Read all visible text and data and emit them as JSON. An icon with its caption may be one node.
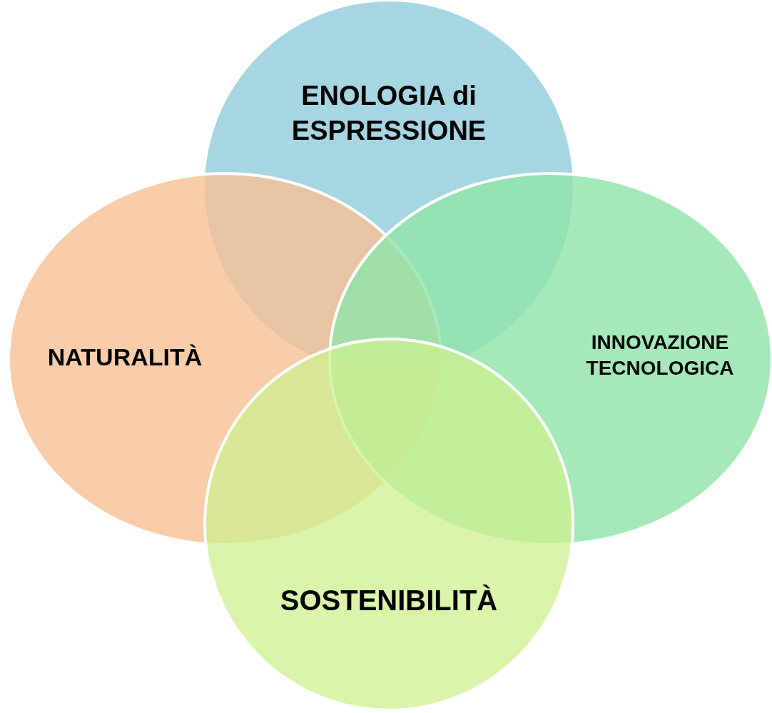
{
  "diagram": {
    "nodes": [
      {
        "text": [
          "ENOLOGIA di ESPRESSIONE"
        ]
      },
      {
        "text": [
          "NATURALITÀ"
        ]
      },
      {
        "text": [
          "INNOVAZIONE TECNOLOGICA"
        ]
      },
      {
        "text": [
          "SOSTENIBILITÀ"
        ]
      }
    ]
  }
}
